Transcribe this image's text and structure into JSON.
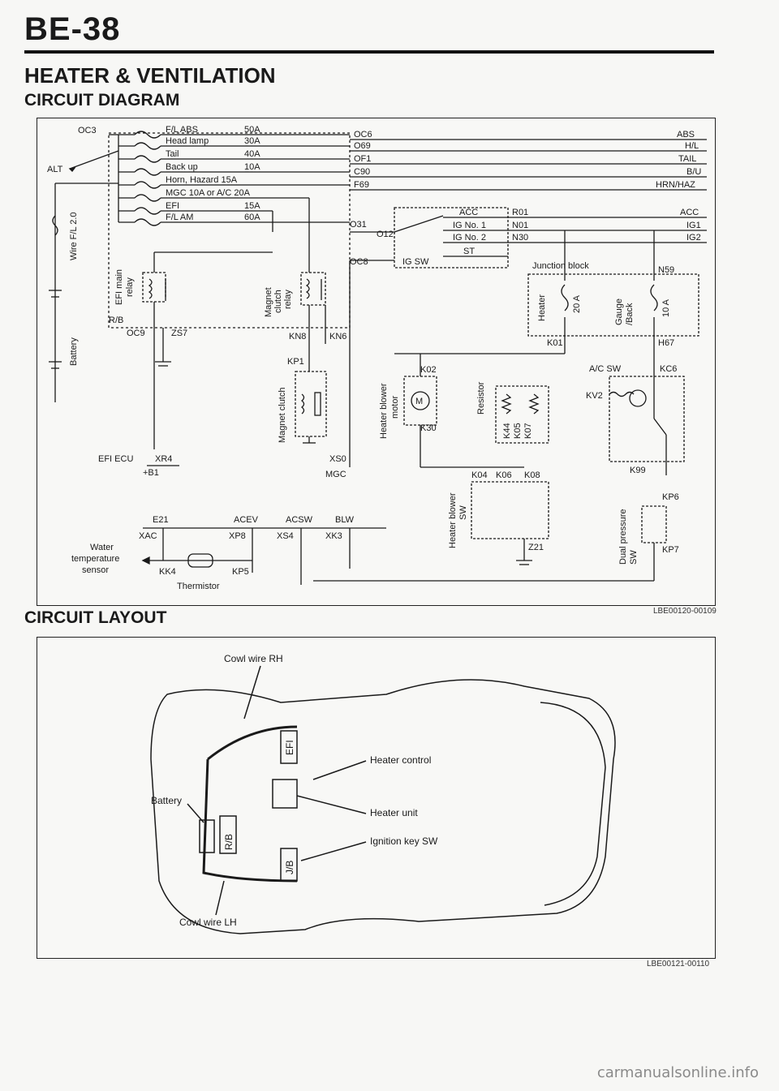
{
  "header": {
    "page_number": "BE-38",
    "title": "HEATER & VENTILATION",
    "section1": "CIRCUIT DIAGRAM",
    "section2": "CIRCUIT LAYOUT"
  },
  "circuit": {
    "fuses": [
      {
        "name": "F/L ABS",
        "rating": "50A",
        "out": "OC6",
        "wire": "ABS"
      },
      {
        "name": "Head lamp",
        "rating": "30A",
        "out": "O69",
        "wire": "H/L"
      },
      {
        "name": "Tail",
        "rating": "40A",
        "out": "OF1",
        "wire": "TAIL"
      },
      {
        "name": "Back up",
        "rating": "10A",
        "out": "C90",
        "wire": "B/U"
      },
      {
        "name": "Horn, Hazard 15A",
        "rating": "",
        "out": "F69",
        "wire": "HRN/HAZ"
      },
      {
        "name": "MGC 10A or A/C 20A",
        "rating": "",
        "out": "",
        "wire": ""
      },
      {
        "name": "EFI",
        "rating": "15A",
        "out": "",
        "wire": ""
      },
      {
        "name": "F/L AM",
        "rating": "60A",
        "out": "",
        "wire": ""
      }
    ],
    "ign": {
      "rows": [
        {
          "pos": "ACC",
          "conn": "R01",
          "wire": "ACC"
        },
        {
          "pos": "IG No. 1",
          "conn": "N01",
          "wire": "IG1"
        },
        {
          "pos": "IG No. 2",
          "conn": "N30",
          "wire": "IG2"
        },
        {
          "pos": "ST",
          "conn": "",
          "wire": ""
        }
      ],
      "sw": "IG SW",
      "o31": "O31",
      "o12": "O12",
      "oc8": "OC8"
    },
    "labels": {
      "oc3": "OC3",
      "alt": "ALT",
      "wire_fl": "Wire F/L 2.0",
      "battery": "Battery",
      "rb": "R/B",
      "oc9": "OC9",
      "zs7": "ZS7",
      "efi_relay": "EFI main",
      "efi_relay2": "relay",
      "mag_relay1": "Magnet",
      "mag_relay2": "clutch",
      "mag_relay3": "relay",
      "kn8": "KN8",
      "kn6": "KN6",
      "kp1": "KP1",
      "magnet_clutch": "Magnet clutch",
      "k02": "K02",
      "k30": "K30",
      "blower1": "Heater blower",
      "blower2": "motor",
      "jb": "Junction block",
      "n59": "N59",
      "heater": "Heater",
      "a20": "20 A",
      "gauge1": "Gauge",
      "gauge2": "/Back",
      "a10": "10 A",
      "k01": "K01",
      "h67": "H67",
      "acsw": "A/C SW",
      "kc6": "KC6",
      "kv2": "KV2",
      "resistor": "Resistor",
      "k44": "K44",
      "k05": "K05",
      "k07": "K07",
      "k99": "K99",
      "efi_ecu": "EFI ECU",
      "xr4": "XR4",
      "b1": "+B1",
      "xs0": "XS0",
      "mgc": "MGC",
      "k04": "K04",
      "k06": "K06",
      "k08": "K08",
      "kp6": "KP6",
      "kp7": "KP7",
      "blower_sw1": "Heater blower",
      "blower_sw2": "SW",
      "z21": "Z21",
      "dual1": "Dual pressure",
      "dual2": "SW",
      "e21": "E21",
      "acev": "ACEV",
      "acsw2": "ACSW",
      "blw": "BLW",
      "xac": "XAC",
      "xp8": "XP8",
      "xs4": "XS4",
      "xk3": "XK3",
      "water1": "Water",
      "water2": "temperature",
      "water3": "sensor",
      "kk4": "KK4",
      "kp5": "KP5",
      "thermistor": "Thermistor"
    },
    "figure_code": "LBE00120-00109"
  },
  "layout": {
    "labels": {
      "cowl_rh": "Cowl wire RH",
      "cowl_lh": "Cowl wire LH",
      "heater_control": "Heater control",
      "heater_unit": "Heater unit",
      "ignition": "Ignition key SW",
      "battery": "Battery",
      "efi": "EFI",
      "rb": "R/B",
      "jb": "J/B"
    },
    "figure_code": "LBE00121-00110"
  },
  "footer": {
    "watermark": "carmanualsonline.info"
  }
}
